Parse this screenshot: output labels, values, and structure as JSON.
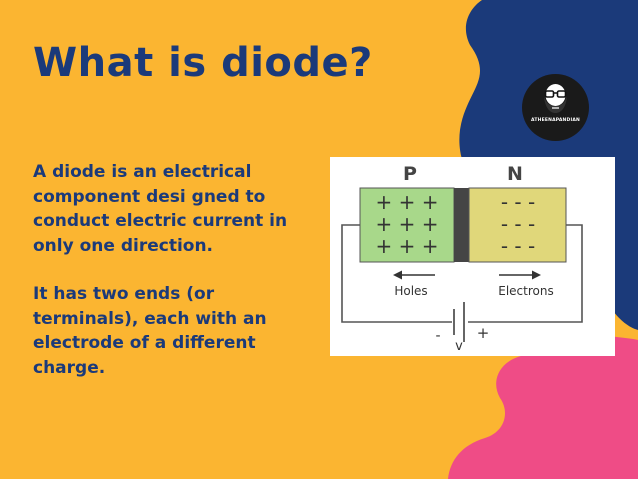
{
  "title": "What is diode?",
  "paragraphs": [
    "A diode is an electrical component desi gned to conduct electric current in only one direction.",
    "It has two ends (or terminals), each with an electrode of a different charge."
  ],
  "logo": {
    "text": "ATHEENAPANDIAN",
    "icon": "bearded-man-with-glasses-avatar"
  },
  "diagram": {
    "p_label": "P",
    "n_label": "N",
    "plus_rows": [
      "+ + +",
      "+ + +",
      "+ + +"
    ],
    "minus_rows": [
      "- - -",
      "- - -",
      "- - -"
    ],
    "holes_label": "Holes",
    "electrons_label": "Electrons",
    "minus_terminal": "-",
    "plus_terminal": "+",
    "voltage_label": "v"
  },
  "colors": {
    "background": "#FBB531",
    "title": "#1B3A7A",
    "blob_blue": "#1B3A7A",
    "blob_pink": "#EF4C86",
    "p_region": "#A8D88A",
    "n_region": "#E0D77A"
  }
}
